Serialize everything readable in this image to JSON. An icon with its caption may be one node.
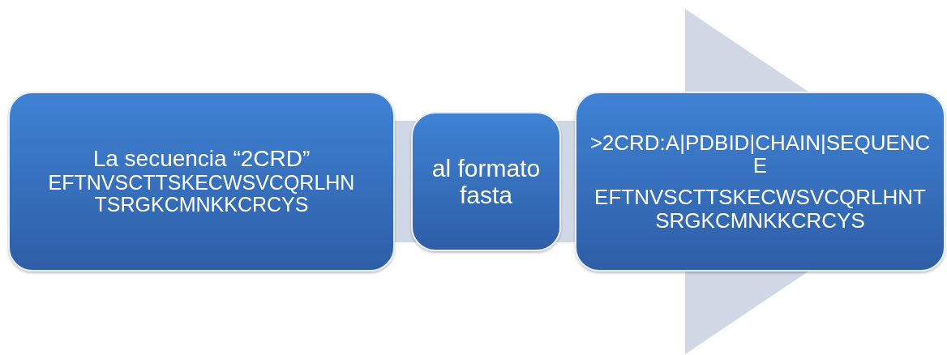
{
  "diagram": {
    "nodes": [
      {
        "text": [
          "La secuencia “2CRD”",
          "EFTNVSCTTSKECWSVCQRLHNTSRGKCMNKKCRCYS"
        ]
      },
      {
        "text": [
          "al formato fasta"
        ]
      },
      {
        "text": [
          ">2CRD:A|PDBID|CHAIN|SEQUENCE",
          "EFTNVSCTTSKECWSVCQRLHNTSRGKCMNKKCRCYS"
        ]
      }
    ],
    "edges": [
      {
        "from": 0,
        "to": 2,
        "arrow": "to"
      }
    ]
  }
}
